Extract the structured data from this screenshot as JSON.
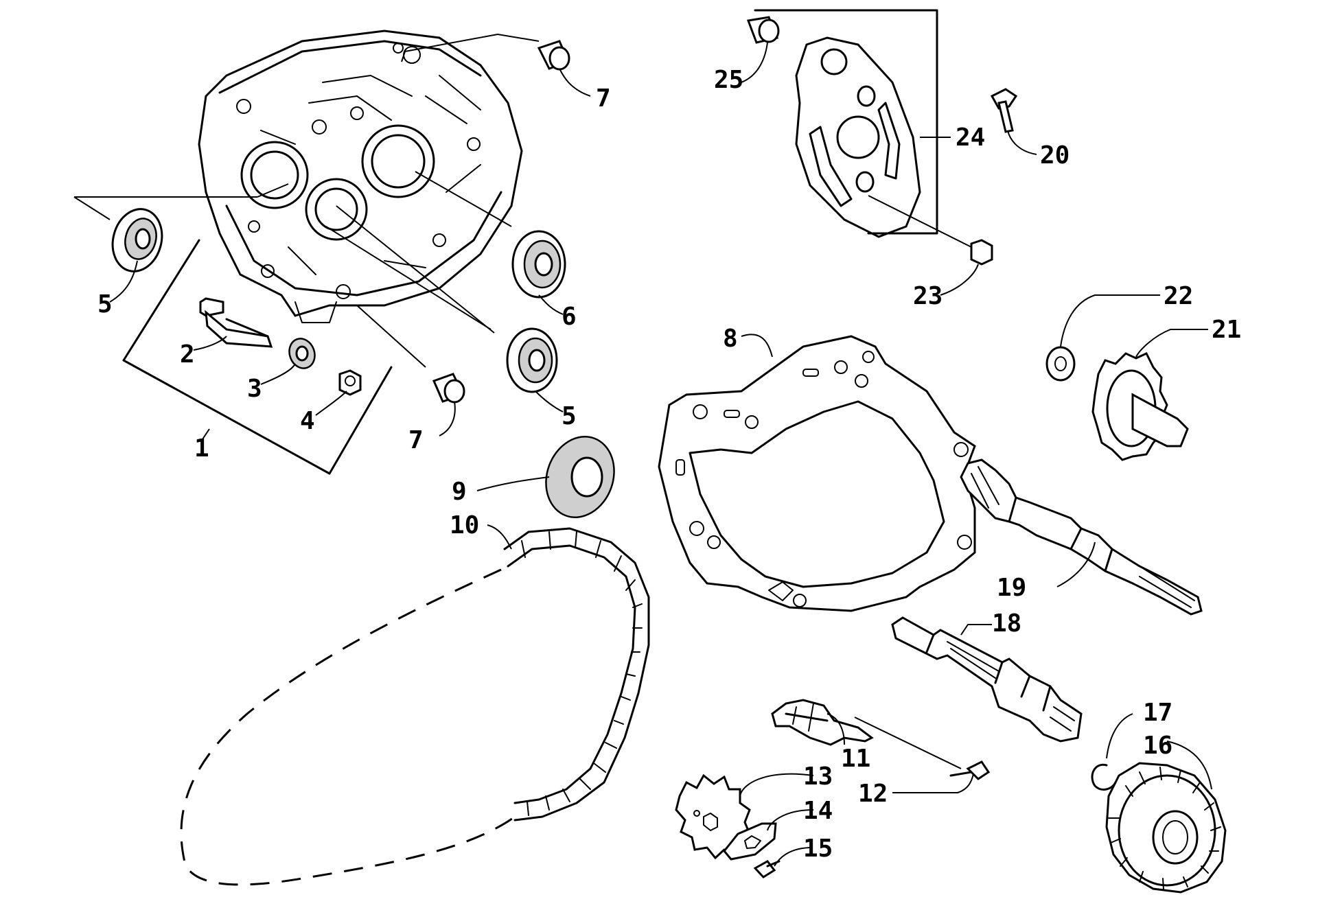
{
  "labels": [
    {
      "id": "1",
      "text": "1"
    },
    {
      "id": "2",
      "text": "2"
    },
    {
      "id": "3",
      "text": "3"
    },
    {
      "id": "4",
      "text": "4"
    },
    {
      "id": "5a",
      "text": "5"
    },
    {
      "id": "5b",
      "text": "5"
    },
    {
      "id": "6",
      "text": "6"
    },
    {
      "id": "7a",
      "text": "7"
    },
    {
      "id": "7b",
      "text": "7"
    },
    {
      "id": "8",
      "text": "8"
    },
    {
      "id": "9",
      "text": "9"
    },
    {
      "id": "10",
      "text": "10"
    },
    {
      "id": "11",
      "text": "11"
    },
    {
      "id": "12",
      "text": "12"
    },
    {
      "id": "13",
      "text": "13"
    },
    {
      "id": "14",
      "text": "14"
    },
    {
      "id": "15",
      "text": "15"
    },
    {
      "id": "16",
      "text": "16"
    },
    {
      "id": "17",
      "text": "17"
    },
    {
      "id": "18",
      "text": "18"
    },
    {
      "id": "19",
      "text": "19"
    },
    {
      "id": "20",
      "text": "20"
    },
    {
      "id": "21",
      "text": "21"
    },
    {
      "id": "22",
      "text": "22"
    },
    {
      "id": "23",
      "text": "23"
    },
    {
      "id": "24",
      "text": "24"
    },
    {
      "id": "25",
      "text": "25"
    }
  ]
}
